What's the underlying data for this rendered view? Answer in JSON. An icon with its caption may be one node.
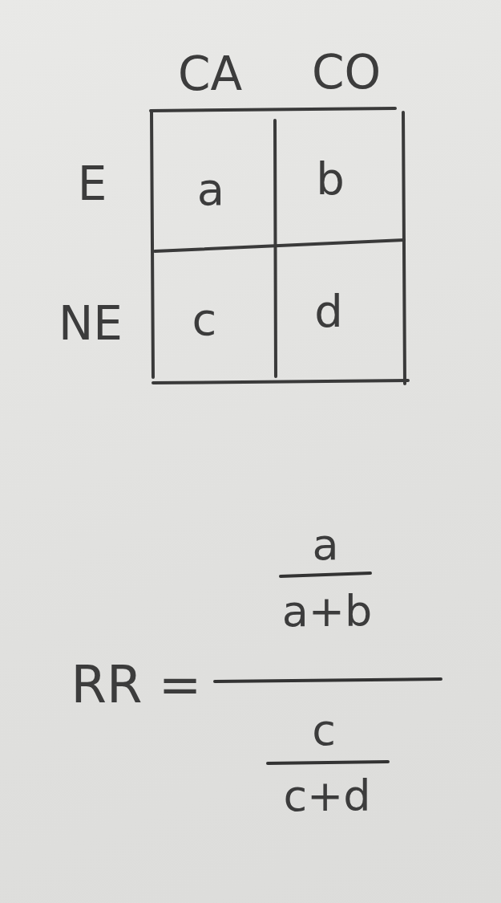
{
  "diagram": {
    "labels": [
      "CA",
      "CO",
      "E",
      "a",
      "b",
      "NE",
      "c",
      "d",
      "a",
      "a+b",
      "RR =",
      "c",
      "c+d"
    ]
  }
}
